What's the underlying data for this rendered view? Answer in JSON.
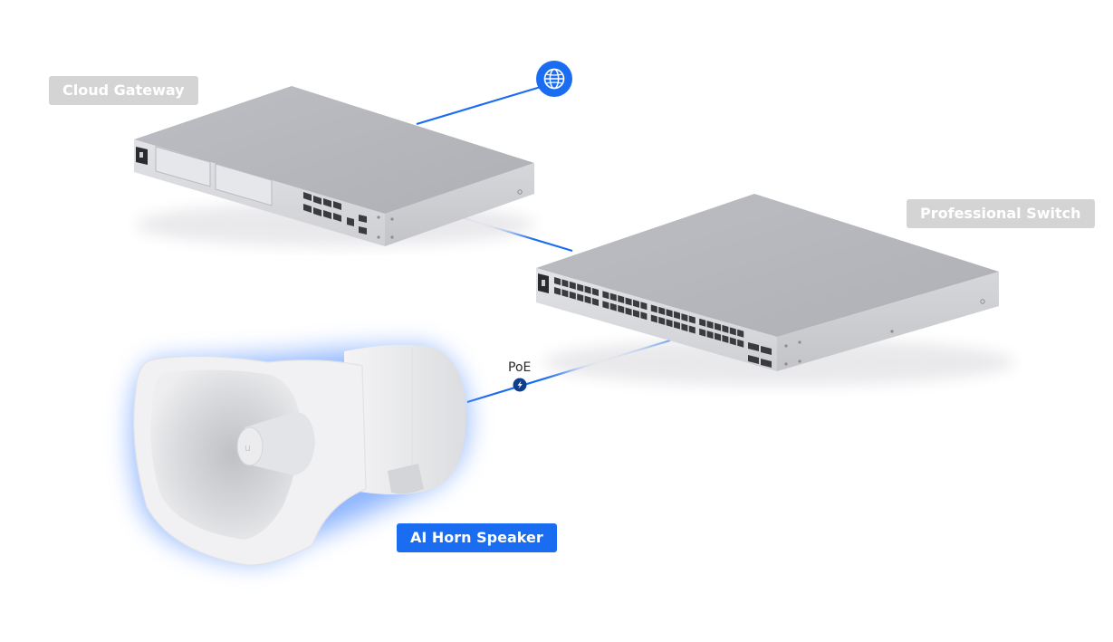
{
  "nodes": {
    "gateway": {
      "label": "Cloud Gateway",
      "label_style": "gray"
    },
    "switch": {
      "label": "Professional Switch",
      "label_style": "gray"
    },
    "speaker": {
      "label": "AI Horn Speaker",
      "label_style": "blue"
    },
    "internet": {
      "icon": "globe-icon"
    }
  },
  "links": [
    {
      "from": "gateway",
      "to": "internet",
      "label": ""
    },
    {
      "from": "gateway",
      "to": "switch",
      "label": ""
    },
    {
      "from": "switch",
      "to": "speaker",
      "label": "PoE",
      "icon": "lightning-icon"
    }
  ],
  "colors": {
    "link": "#1a6cf0",
    "accent": "#1a6cf0",
    "device_body": "#c9cace",
    "device_top": "#b7b9be",
    "label_gray": "#d4d4d4",
    "speaker_glow": "#7aa8ff"
  }
}
